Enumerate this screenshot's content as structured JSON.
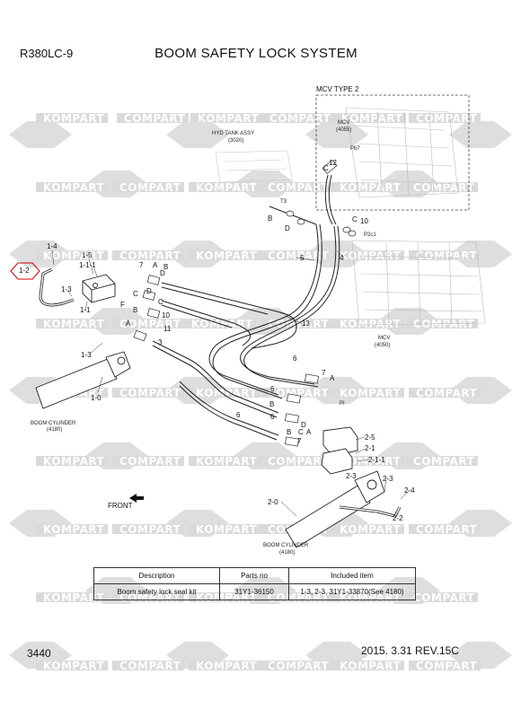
{
  "header": {
    "model": "R380LC-9",
    "title": "BOOM SAFETY LOCK SYSTEM"
  },
  "watermark": {
    "text_a": "KOMPART",
    "text_b": "COMPART",
    "band_color": "#d4d4d4"
  },
  "callouts": {
    "mcv_type": "MCV TYPE 2",
    "mcv_top": "MCV",
    "mcv_top_no": "(4055)",
    "hyd_tank": "HYD TANK ASSY",
    "hyd_tank_no": "(3020)",
    "mcv_bottom": "MCV",
    "mcv_bottom_no": "(4050)",
    "boom_cyl_left": "BOOM CYLINDER",
    "boom_cyl_left_no": "(4180)",
    "boom_cyl_right": "BOOM CYLINDER",
    "boom_cyl_right_no": "(4180)",
    "front": "FRONT",
    "port_pb7": "Pb7",
    "port_p2c1": "P2c1",
    "port_t3": "T3",
    "port_pi": "PI"
  },
  "parts": {
    "p1_4": "1-4",
    "p1_2": "1-2",
    "p1_5": "1-5",
    "p1_1_1": "1-1-1",
    "p1_3": "1-3",
    "p1_1": "1-1",
    "p1_3b": "1-3",
    "p1_0": "1-0",
    "p7": "7",
    "pA1": "A",
    "pD1": "D",
    "pB1": "B",
    "pC1": "C",
    "pD2": "D",
    "pF": "F",
    "pB2": "B",
    "pC2": "C",
    "pA2": "A",
    "p10a": "10",
    "p11": "11",
    "p3": "3",
    "p5": "5",
    "p4": "4",
    "p13": "13",
    "pB3": "B",
    "pD3": "D",
    "pC3": "C",
    "p10b": "10",
    "pC4": "C",
    "p12": "12",
    "p6a": "6",
    "p7b": "7",
    "pA3": "A",
    "p6b": "6",
    "pB4": "B",
    "pD4": "D",
    "p6c": "6",
    "p6d": "6",
    "pB5": "B",
    "pC5": "C",
    "p7c": "7",
    "pA4": "A",
    "p2_5": "2-5",
    "p2_1": "2-1",
    "p2_1_1": "2-1-1",
    "p2_3": "2-3",
    "p2_4": "2-4",
    "p2_2": "2-2",
    "p2_3b": "2-3",
    "p2_0": "2-0"
  },
  "parts_table": {
    "headers": [
      "Description",
      "Parts no",
      "Included item"
    ],
    "rows": [
      [
        "Boom safety lock seal kit",
        "31Y1-36150",
        "1-3, 2-3, 31Y1-33870(See 4180)"
      ]
    ]
  },
  "footer": {
    "page": "3440",
    "revision": "2015. 3.31  REV.15C"
  }
}
